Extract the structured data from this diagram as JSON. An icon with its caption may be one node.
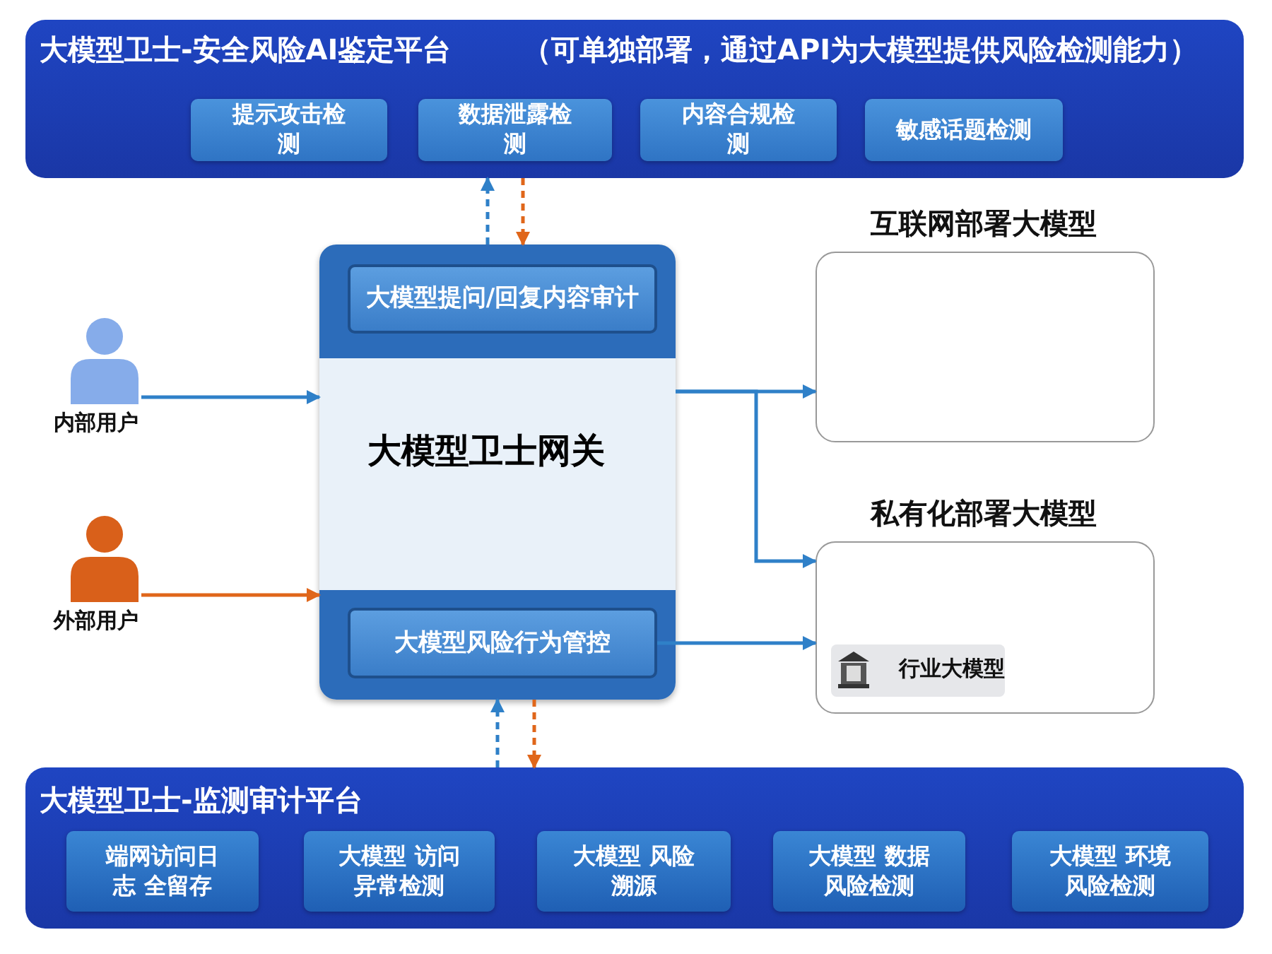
{
  "diagram": {
    "nodes": [
      {
        "text": [
          "大模型卫士-安全风险AI鉴定平台",
          "（可单独部署，通过API为大模型提供风险检测能力）"
        ]
      },
      {
        "text": [
          "提示攻击检测"
        ],
        "in": 0
      },
      {
        "text": [
          "数据泄露检测"
        ],
        "in": 0
      },
      {
        "text": [
          "内容合规检测"
        ],
        "in": 0
      },
      {
        "text": [
          "敏感话题检测"
        ],
        "in": 0
      },
      {
        "text": [
          "大模型卫士网关"
        ]
      },
      {
        "text": [
          "大模型提问/回复内容审计"
        ],
        "in": 5
      },
      {
        "text": [
          "大模型风险行为管控"
        ],
        "in": 5
      },
      {
        "text": [],
        "shape": "person",
        "beside": [
          "内部用户"
        ]
      },
      {
        "text": [],
        "shape": "person",
        "beside": [
          "外部用户"
        ]
      },
      {
        "text": [
          "互联网部署大模型"
        ]
      },
      {
        "text": [
          "私有化部署大模型"
        ]
      },
      {
        "text": [
          "行业大模型"
        ],
        "in": 11
      },
      {
        "text": [
          "大模型卫士-监测审计平台"
        ]
      },
      {
        "text": [
          "端网访问日志 全留存"
        ],
        "in": 13
      },
      {
        "text": [
          "大模型 访问异常检测"
        ],
        "in": 13
      },
      {
        "text": [
          "大模型 风险溯源"
        ],
        "in": 13
      },
      {
        "text": [
          "大模型 数据风险检测"
        ],
        "in": 13
      },
      {
        "text": [
          "大模型 环境风险检测"
        ],
        "in": 13
      }
    ],
    "edges": [
      {
        "from": 8,
        "to": 5,
        "arrow": "to"
      },
      {
        "from": 9,
        "to": 5,
        "arrow": "to",
        "color": "#e0661a"
      },
      {
        "from": 5,
        "to": 0,
        "arrow": "to",
        "style": "dashed"
      },
      {
        "from": 0,
        "to": 5,
        "arrow": "to",
        "style": "dashed",
        "color": "#e0661a"
      },
      {
        "from": 13,
        "to": 5,
        "arrow": "to",
        "style": "dashed"
      },
      {
        "from": 5,
        "to": 13,
        "arrow": "to",
        "style": "dashed",
        "color": "#e0661a"
      },
      {
        "from": 5,
        "to": 10,
        "arrow": "to"
      },
      {
        "from": 5,
        "to": 11,
        "arrow": "to"
      },
      {
        "from": 7,
        "to": 11,
        "arrow": "to"
      }
    ]
  }
}
